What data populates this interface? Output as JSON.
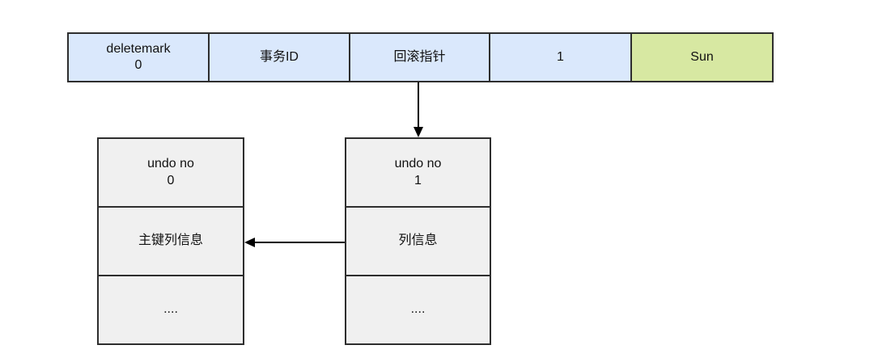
{
  "record_row": {
    "cells": [
      {
        "text": "deletemark\n0",
        "fill": "#dae8fc"
      },
      {
        "text": "事务ID",
        "fill": "#dae8fc"
      },
      {
        "text": "回滚指针",
        "fill": "#dae8fc"
      },
      {
        "text": "1",
        "fill": "#dae8fc"
      },
      {
        "text": "Sun",
        "fill": "#d7e8a2"
      }
    ]
  },
  "undo_log_1": {
    "rows": [
      {
        "text": "undo no\n1"
      },
      {
        "text": "列信息"
      },
      {
        "text": "...."
      }
    ]
  },
  "undo_log_0": {
    "rows": [
      {
        "text": "undo no\n0"
      },
      {
        "text": "主键列信息"
      },
      {
        "text": "...."
      }
    ]
  },
  "colors": {
    "record_cell_blue": "#dae8fc",
    "record_cell_green": "#d7e8a2",
    "undo_box_gray": "#f0f0f0",
    "border": "#2e2e2e",
    "arrow": "#000000",
    "background": "#ffffff"
  }
}
